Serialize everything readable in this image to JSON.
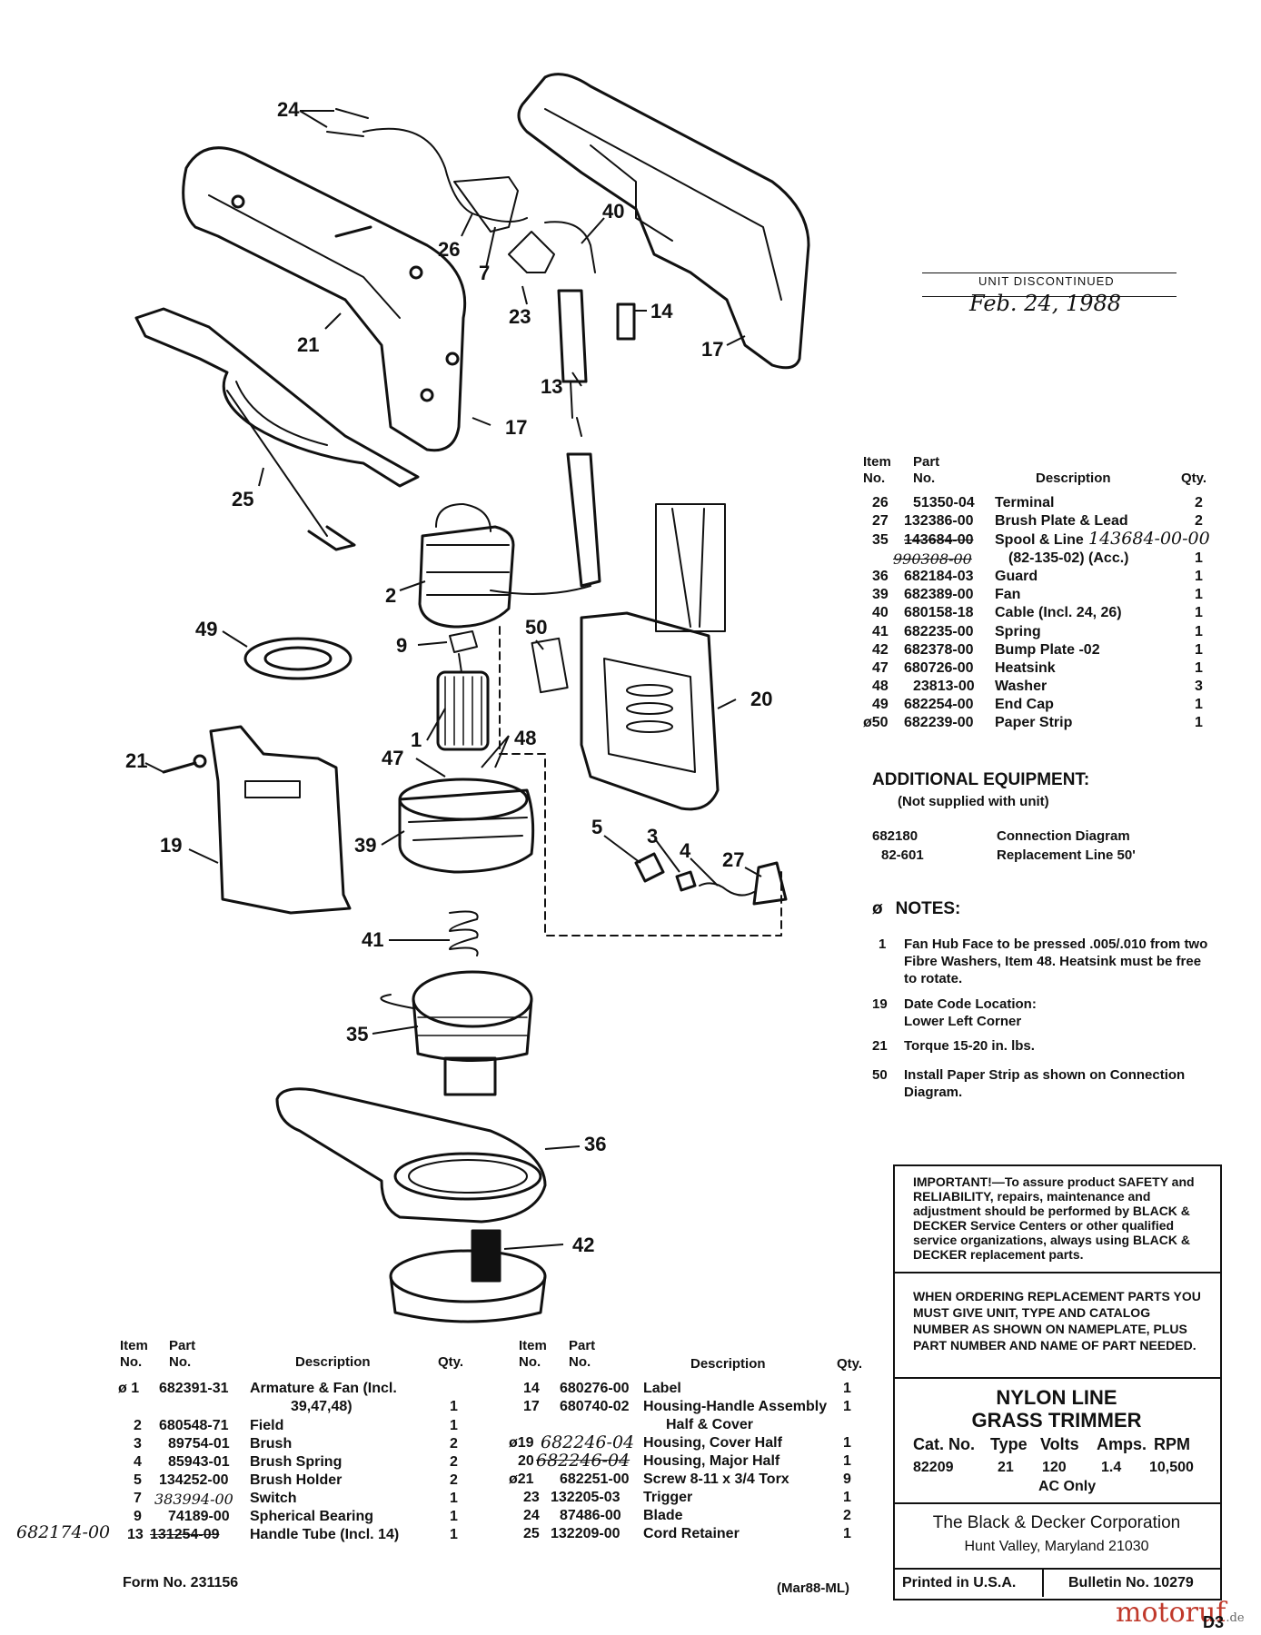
{
  "discontinued": {
    "label": "UNIT DISCONTINUED",
    "date": "Feb. 24, 1988"
  },
  "callouts": [
    "24",
    "26",
    "7",
    "40",
    "23",
    "14",
    "21",
    "17",
    "17",
    "13",
    "25",
    "2",
    "49",
    "9",
    "50",
    "20",
    "1",
    "48",
    "47",
    "21",
    "39",
    "19",
    "5",
    "3",
    "4",
    "27",
    "41",
    "35",
    "36",
    "42"
  ],
  "right_table": {
    "headers": {
      "item": "Item\nNo.",
      "part": "Part\nNo.",
      "desc": "Description",
      "qty": "Qty."
    },
    "rows": [
      {
        "item": "26",
        "part": "51350-04",
        "desc": "Terminal",
        "qty": "2"
      },
      {
        "item": "27",
        "part": "132386-00",
        "desc": "Brush Plate & Lead",
        "qty": "2"
      },
      {
        "item": "35",
        "part": "143684-00",
        "desc": "Spool & Line",
        "qty": "",
        "note": "143684-00-00"
      },
      {
        "item": "",
        "part": "990308-00",
        "desc": "(82-135-02) (Acc.)",
        "qty": "1"
      },
      {
        "item": "36",
        "part": "682184-03",
        "desc": "Guard",
        "qty": "1"
      },
      {
        "item": "39",
        "part": "682389-00",
        "desc": "Fan",
        "qty": "1"
      },
      {
        "item": "40",
        "part": "680158-18",
        "desc": "Cable (Incl. 24, 26)",
        "qty": "1"
      },
      {
        "item": "41",
        "part": "682235-00",
        "desc": "Spring",
        "qty": "1"
      },
      {
        "item": "42",
        "part": "682378-00",
        "desc": "Bump Plate -02",
        "qty": "1"
      },
      {
        "item": "47",
        "part": "680726-00",
        "desc": "Heatsink",
        "qty": "1"
      },
      {
        "item": "48",
        "part": "23813-00",
        "desc": "Washer",
        "qty": "3"
      },
      {
        "item": "49",
        "part": "682254-00",
        "desc": "End Cap",
        "qty": "1"
      },
      {
        "item": "ø50",
        "part": "682239-00",
        "desc": "Paper Strip",
        "qty": "1"
      }
    ]
  },
  "additional": {
    "title": "ADDITIONAL EQUIPMENT:",
    "subtitle": "(Not supplied with unit)",
    "rows": [
      {
        "part": "682180",
        "desc": "Connection Diagram"
      },
      {
        "part": "82-601",
        "desc": "Replacement Line 50'"
      }
    ]
  },
  "notes": {
    "title": "NOTES:",
    "symbol": "ø",
    "rows": [
      {
        "item": "1",
        "text": "Fan Hub Face to be pressed .005/.010 from two Fibre Washers, Item 48. Heatsink must be free to rotate."
      },
      {
        "item": "19",
        "text": "Date Code Location: Lower Left Corner"
      },
      {
        "item": "21",
        "text": "Torque 15-20 in. lbs."
      },
      {
        "item": "50",
        "text": "Install Paper Strip as shown on Connection Diagram."
      }
    ]
  },
  "important": "IMPORTANT!—To assure product SAFETY and RELIABILITY, repairs, maintenance and adjustment should be performed by BLACK & DECKER Service Centers or other qualified service organizations, always using BLACK & DECKER replacement parts.",
  "ordering": "WHEN ORDERING REPLACEMENT PARTS YOU MUST GIVE UNIT, TYPE AND CATALOG NUMBER AS SHOWN ON NAMEPLATE, PLUS PART NUMBER AND NAME OF PART NEEDED.",
  "product": {
    "title1": "NYLON LINE",
    "title2": "GRASS TRIMMER",
    "spec_headers": [
      "Cat. No.",
      "Type",
      "Volts",
      "Amps.",
      "RPM"
    ],
    "spec_values": [
      "82209",
      "21",
      "120",
      "1.4",
      "10,500"
    ],
    "current": "AC Only"
  },
  "company": {
    "name": "The Black & Decker Corporation",
    "address": "Hunt Valley, Maryland 21030"
  },
  "footer": {
    "printed": "Printed in U.S.A.",
    "bulletin": "Bulletin No. 10279",
    "form": "Form No. 231156",
    "date_code": "(Mar88-ML)",
    "watermark": "motoruf",
    "watermark_suffix": ".de",
    "page": "D3"
  },
  "left_table": {
    "headers": {
      "item": "Item\nNo.",
      "part": "Part\nNo.",
      "desc": "Description",
      "qty": "Qty."
    },
    "rows": [
      {
        "item": "ø 1",
        "part": "682391-31",
        "desc": "Armature & Fan (Incl.",
        "qty": ""
      },
      {
        "item": "",
        "part": "",
        "desc": "39,47,48)",
        "qty": "1"
      },
      {
        "item": "2",
        "part": "680548-71",
        "desc": "Field",
        "qty": "1"
      },
      {
        "item": "3",
        "part": "89754-01",
        "desc": "Brush",
        "qty": "2"
      },
      {
        "item": "4",
        "part": "85943-01",
        "desc": "Brush Spring",
        "qty": "2"
      },
      {
        "item": "5",
        "part": "134252-00",
        "desc": "Brush Holder",
        "qty": "2"
      },
      {
        "item": "7",
        "part": "383994-00",
        "desc": "Switch",
        "qty": "1"
      },
      {
        "item": "9",
        "part": "74189-00",
        "desc": "Spherical Bearing",
        "qty": "1"
      },
      {
        "item": "13",
        "part": "131254-09",
        "desc": "Handle Tube (Incl. 14)",
        "qty": "1",
        "note": "682174-00"
      }
    ]
  },
  "middle_table": {
    "headers": {
      "item": "Item\nNo.",
      "part": "Part\nNo.",
      "desc": "Description",
      "qty": "Qty."
    },
    "rows": [
      {
        "item": "14",
        "part": "680276-00",
        "desc": "Label",
        "qty": "1"
      },
      {
        "item": "17",
        "part": "680740-02",
        "desc": "Housing-Handle Assembly",
        "qty": "1"
      },
      {
        "item": "",
        "part": "",
        "desc": "Half & Cover",
        "qty": ""
      },
      {
        "item": "ø19",
        "part": "682246-04",
        "desc": "Housing, Cover Half",
        "qty": "1"
      },
      {
        "item": "20",
        "part": "682246-04",
        "desc": "Housing, Major Half",
        "qty": "1"
      },
      {
        "item": "ø21",
        "part": "682251-00",
        "desc": "Screw 8-11 x 3/4 Torx",
        "qty": "9"
      },
      {
        "item": "23",
        "part": "132205-03",
        "desc": "Trigger",
        "qty": "1"
      },
      {
        "item": "24",
        "part": "87486-00",
        "desc": "Blade",
        "qty": "2"
      },
      {
        "item": "25",
        "part": "132209-00",
        "desc": "Cord Retainer",
        "qty": "1"
      }
    ]
  }
}
